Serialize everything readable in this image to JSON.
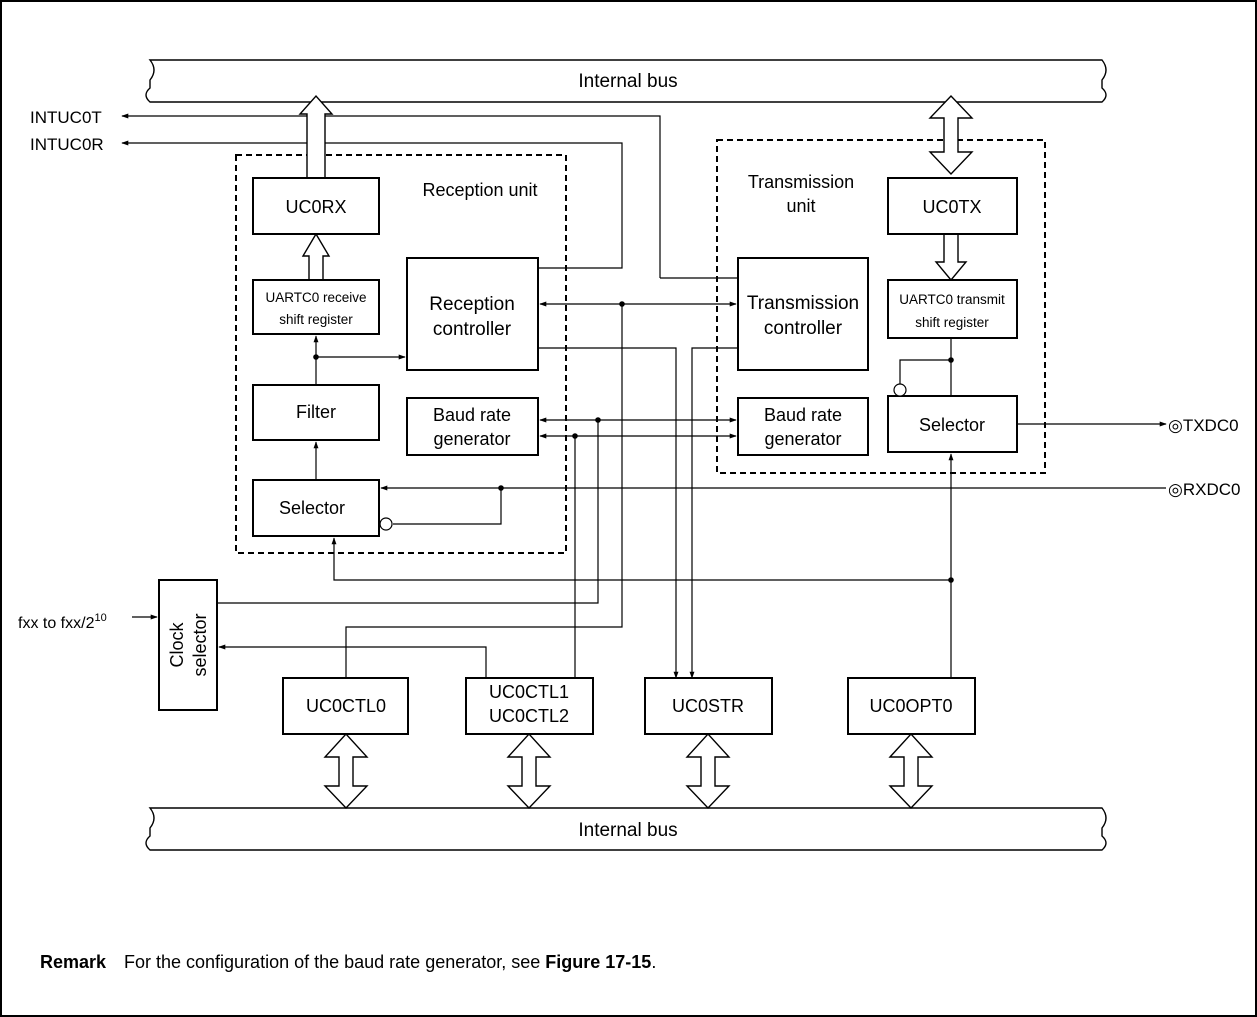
{
  "buses": {
    "top_label": "Internal bus",
    "bottom_label": "Internal bus"
  },
  "signals": {
    "intuc0t": "INTUC0T",
    "intuc0r": "INTUC0R",
    "txdc0": "◎TXDC0",
    "rxdc0": "◎RXDC0",
    "fxx_prefix": "fxx to fxx/2",
    "fxx_exponent": "10"
  },
  "reception_unit": {
    "title": "Reception unit",
    "uc0rx": "UC0RX",
    "shift_register": [
      "UARTC0 receive",
      "shift register"
    ],
    "controller": [
      "Reception",
      "controller"
    ],
    "filter": "Filter",
    "baud_rate_generator": [
      "Baud rate",
      "generator"
    ],
    "selector": "Selector"
  },
  "transmission_unit": {
    "title": [
      "Transmission",
      "unit"
    ],
    "uc0tx": "UC0TX",
    "shift_register": [
      "UARTC0 transmit",
      "shift register"
    ],
    "controller": [
      "Transmission",
      "controller"
    ],
    "baud_rate_generator": [
      "Baud rate",
      "generator"
    ],
    "selector": "Selector"
  },
  "clock_selector": [
    "Clock",
    "selector"
  ],
  "registers": {
    "ctl0": "UC0CTL0",
    "ctl1": "UC0CTL1",
    "ctl2": "UC0CTL2",
    "str": "UC0STR",
    "opt0": "UC0OPT0"
  },
  "remark": {
    "label": "Remark",
    "text": "For the configuration of the baud rate generator, see ",
    "figure_ref": "Figure 17-15",
    "end": "."
  }
}
